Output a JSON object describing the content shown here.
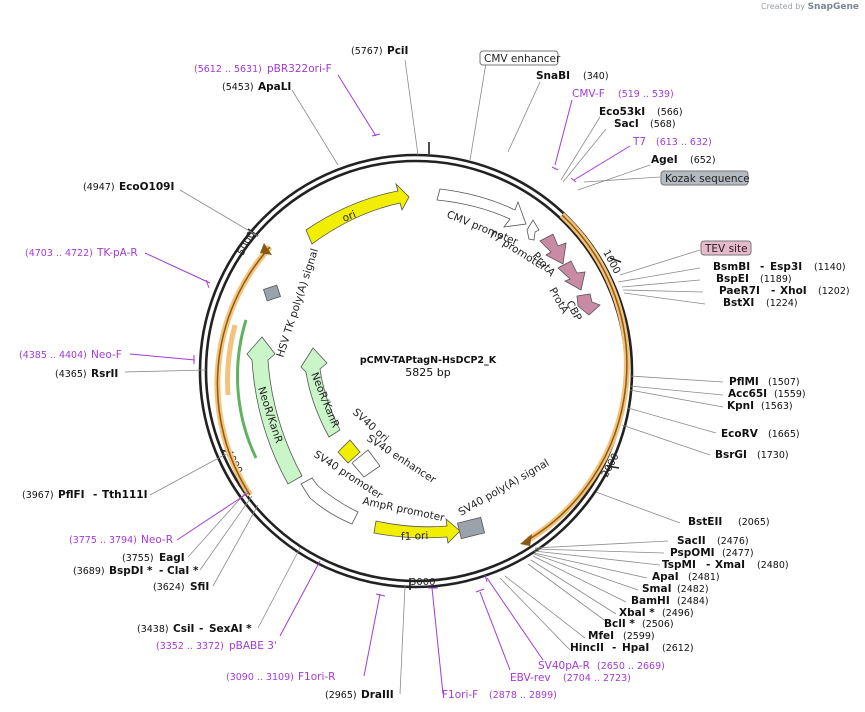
{
  "credit": {
    "prefix": "Created by",
    "brand": "SnapGene"
  },
  "plasmid": {
    "name": "pCMV-TAPtagN-HsDCP2_K",
    "length_label": "5825 bp"
  },
  "ticks": [
    "1000",
    "2000",
    "3000",
    "4000",
    "5000"
  ],
  "features": {
    "cmv_promoter": "CMV promoter",
    "t7_promoter": "T7 promoter",
    "prota1": "ProtA",
    "prota2": "ProtA",
    "cbp": "CBP",
    "ori": "ori",
    "hsv_tk": "HSV TK poly(A) signal",
    "neokan_outer": "NeoR/KanR",
    "neokan_inner": "NeoR/KanR",
    "sv40_ori": "SV40 ori",
    "sv40_enh": "SV40 enhancer",
    "sv40_prom": "SV40 promoter",
    "ampr_prom": "AmpR promoter",
    "f1_ori": "f1 ori",
    "sv40_polya": "SV40 poly(A) signal"
  },
  "boxed_labels": {
    "cmv_enhancer": "CMV enhancer",
    "kozak": "Kozak sequence",
    "tev": "TEV site"
  },
  "sites": {
    "pci": {
      "name": "PciI",
      "pos": "(5767)"
    },
    "apal": {
      "name": "ApaLI",
      "pos": "(5453)"
    },
    "eco": {
      "name": "EcoO109I",
      "pos": "(4947)"
    },
    "rsr": {
      "name": "RsrII",
      "pos": "(4365)"
    },
    "pfl": {
      "name": "PflFI",
      "name2": "Tth111I",
      "pos": "(3967)"
    },
    "eag": {
      "name": "EagI",
      "pos": "(3755)"
    },
    "bsp": {
      "name": "BspDI *",
      "name2": "ClaI *",
      "pos": "(3689)"
    },
    "sfi": {
      "name": "SfiI",
      "pos": "(3624)"
    },
    "csi": {
      "name": "CsiI",
      "name2": "SexAI *",
      "pos": "(3438)"
    },
    "dra": {
      "name": "DraIII",
      "pos": "(2965)"
    },
    "snab": {
      "name": "SnaBI",
      "pos": "(340)"
    },
    "eco53": {
      "name": "Eco53kI",
      "pos": "(566)"
    },
    "sac": {
      "name": "SacI",
      "pos": "(568)"
    },
    "age": {
      "name": "AgeI",
      "pos": "(652)"
    },
    "bsmb": {
      "name": "BsmBI",
      "name2": "Esp3I",
      "pos": "(1140)"
    },
    "bspe": {
      "name": "BspEI",
      "pos": "(1189)"
    },
    "pae": {
      "name": "PaeR7I",
      "name2": "XhoI",
      "pos": "(1202)"
    },
    "bstx": {
      "name": "BstXI",
      "pos": "(1224)"
    },
    "pfm": {
      "name": "PflMI",
      "pos": "(1507)"
    },
    "acc": {
      "name": "Acc65I",
      "pos": "(1559)"
    },
    "kpn": {
      "name": "KpnI",
      "pos": "(1563)"
    },
    "ecorv": {
      "name": "EcoRV",
      "pos": "(1665)"
    },
    "bsrg": {
      "name": "BsrGI",
      "pos": "(1730)"
    },
    "bste": {
      "name": "BstEII",
      "pos": "(2065)"
    },
    "sac2": {
      "name": "SacII",
      "pos": "(2476)"
    },
    "psp": {
      "name": "PspOMI",
      "pos": "(2477)"
    },
    "tsp": {
      "name": "TspMI",
      "name2": "XmaI",
      "pos": "(2480)"
    },
    "apai": {
      "name": "ApaI",
      "pos": "(2481)"
    },
    "sma": {
      "name": "SmaI",
      "pos": "(2482)"
    },
    "bam": {
      "name": "BamHI",
      "pos": "(2484)"
    },
    "xba": {
      "name": "XbaI *",
      "pos": "(2496)"
    },
    "bcl": {
      "name": "BclI *",
      "pos": "(2506)"
    },
    "mfe": {
      "name": "MfeI",
      "pos": "(2599)"
    },
    "hinc": {
      "name": "HincII",
      "name2": "HpaI",
      "pos": "(2612)"
    }
  },
  "primers": {
    "pbr": {
      "name": "pBR322ori-F",
      "pos": "(5612 .. 5631)"
    },
    "tk": {
      "name": "TK-pA-R",
      "pos": "(4703 .. 4722)"
    },
    "neof": {
      "name": "Neo-F",
      "pos": "(4385 .. 4404)"
    },
    "neor": {
      "name": "Neo-R",
      "pos": "(3775 .. 3794)"
    },
    "pbabe": {
      "name": "pBABE 3'",
      "pos": "(3352 .. 3372)"
    },
    "f1r": {
      "name": "F1ori-R",
      "pos": "(3090 .. 3109)"
    },
    "f1f": {
      "name": "F1ori-F",
      "pos": "(2878 .. 2899)"
    },
    "ebv": {
      "name": "EBV-rev",
      "pos": "(2704 .. 2723)"
    },
    "sv40pa": {
      "name": "SV40pA-R",
      "pos": "(2650 .. 2669)"
    },
    "cmvf": {
      "name": "CMV-F",
      "pos": "(519 .. 539)"
    },
    "t7": {
      "name": "T7",
      "pos": "(613 .. 632)"
    }
  },
  "colors": {
    "backbone": "#222222",
    "ori": "#f2ee00",
    "neo": "#c9f5c9",
    "protA": "#c98aa3",
    "orange": "#f4c27a",
    "primer": "#a23bd6",
    "grey_box": "#9aa2ab",
    "tev_box": "#e6b9cb"
  }
}
